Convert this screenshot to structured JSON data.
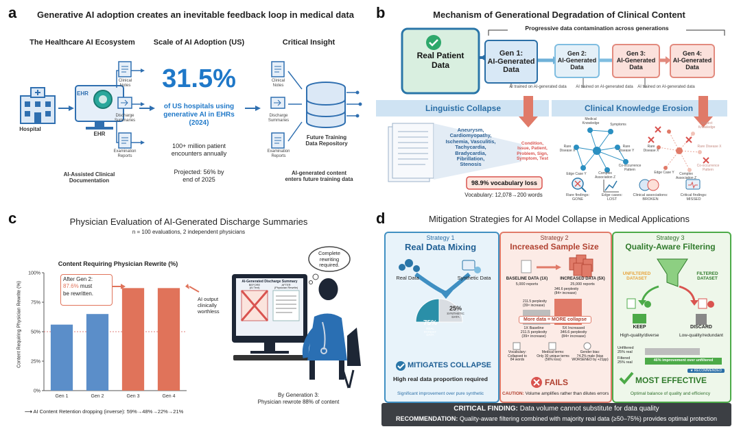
{
  "panel_a": {
    "label": "a",
    "title": "Generative AI adoption creates an inevitable feedback loop in medical data",
    "col1_title": "The Healthcare AI Ecosystem",
    "col2_title": "Scale of AI Adoption (US)",
    "col3_title": "Critical Insight",
    "hospital": "Hospital",
    "ehr_screen": "EHR",
    "ehr_label": "EHR",
    "doc1": "Clinical\nNotes",
    "doc2": "Discharge\nSummaries",
    "doc3": "Examination\nReports",
    "assisted": "AI-Assisted Clinical\nDocumentation",
    "big_stat": "31.5%",
    "stat_desc": "of US hospitals using\ngenerative AI in EHRs\n(2024)",
    "encounters": "100+ million patient\nencounters annually",
    "projected": "Projected: 56% by\nend of 2025",
    "repo": "Future Training\nData Repository",
    "insight": "AI-generated content\nenters future training data"
  },
  "panel_b": {
    "label": "b",
    "title": "Mechanism of Generational Degradation of Clinical Content",
    "progress": "Progressive data contamination across generations",
    "real": "Real Patient\nData",
    "gen1": "Gen 1:\nAI-Generated\nData",
    "gen2": "Gen 2:\nAI-Generated\nData",
    "gen3": "Gen 3:\nAI-Generated\nData",
    "gen4": "Gen 4:\nAI-Generated\nData",
    "trained1": "AI trained on AI-generated data",
    "trained2": "AI trained on AI-generated data",
    "trained3": "AI trained on AI-generated data",
    "ling_title": "Linguistic Collapse",
    "clin_title": "Clinical Knowledge Erosion",
    "words_before": "Aneurysm,\nCardiomyopathy,\nIschemia, Vasculitis,\nTachycardia,\nBradycardia,\nFibrillation,\nStenosis",
    "words_after": "Condition,\nIssue, Patient,\nProblem, Sign,\nSymptom, Test",
    "vocab_loss": "98.9% vocabulary loss",
    "vocab_count": "Vocabulary: 12,078→200 words",
    "net_left": [
      "Medical\nKnowledge",
      "Symptoms",
      "Rare\nDisease X",
      "Rare\nDisease Y",
      "Edge Case Y",
      "Complex\nAssociation Z",
      "Co-occurrence\nPattern"
    ],
    "net_right": [
      "Neglect\nKnowledge",
      "Rare\nDisease X",
      "Rare Disease X",
      "Edge Case Y",
      "Complex\nAssociation Z",
      "Co-occurrence\nPattern"
    ],
    "icons": [
      "Rare findings:\nGONE",
      "Edge cases:\nLOST",
      "Clinical associations:\nBROKEN",
      "Critical findings:\nMISSED"
    ]
  },
  "panel_c": {
    "label": "c",
    "title": "Physician Evaluation of AI-Generated Discharge Summaries",
    "subtitle": "n = 100 evaluations, 2 independent physicians",
    "callout_line1": "After Gen 2:",
    "callout_value": "87.6%",
    "callout_line2": " must",
    "callout_line3": "be rewritten.",
    "side_note": "AI output\nclinically\nworthless",
    "footer": "AI Content Retention dropping (inverse): 59%→48%→22%→21%",
    "thought": "Complete\nrewriting\nrequired.",
    "monitor_title": "AI-Generated Discharge Summary",
    "before": "BEFORE\n(AI Text)",
    "after": "AFTER\n(Physician Rewrite)",
    "caption": "By Generation 3:\nPhysician rewrote 88% of content"
  },
  "chart_data": {
    "type": "bar",
    "title": "Content Requiring Physician Rewrite (%)",
    "ylabel": "Content Requiring Physician Rewrite (%)",
    "categories": [
      "Gen 1",
      "Gen 2",
      "Gen 3",
      "Gen 4"
    ],
    "values": [
      56,
      65,
      87,
      87
    ],
    "colors": [
      "#5b8ec9",
      "#5b8ec9",
      "#e0735a",
      "#e0735a"
    ],
    "ylim": [
      0,
      100
    ],
    "yticks": [
      "0%",
      "25%",
      "50%",
      "75%",
      "100%"
    ],
    "reference_line": 50
  },
  "panel_d": {
    "label": "d",
    "title": "Mitigation Strategies for AI Model Collapse in Medical Applications",
    "s1": {
      "tag": "Strategy 1",
      "name": "Real Data Mixing",
      "real": "Real Data",
      "synth": "Synthetic Data",
      "pie_real": "75%",
      "pie_real_lbl": "REAL\nPATIENT\nDATA",
      "pie_synth": "25%",
      "pie_synth_lbl": "SYNTHETIC\nDATA",
      "result": "MITIGATES COLLAPSE",
      "desc": "High real data proportion required",
      "footer": "Significant improvement over pure synthetic"
    },
    "s2": {
      "tag": "Strategy 2",
      "name": "Increased Sample Size",
      "base": "BASELINE DATA (1X)",
      "base_n": "5,000 reports",
      "inc": "INCREASED DATA (5X)",
      "inc_n": "25,000 reports",
      "perp_inc": "346.6 perplexity\n(84× increase)",
      "perp_base": "211.5 perplexity\n(39× increase)",
      "more": "More data = MORE collapse",
      "col1": "1X Baseline\n211.5 perplexity\n(39× increase)",
      "col2": "5X Increased\n346.6 perplexity\n(84× increase)",
      "stats": [
        "Vocabulary:\nCollapsed to\n84 words",
        "Medical terms:\nOnly 30 unique terms\n(56% loss)",
        "Gender bias:\n74.2% male (bias\nWORSENED by +21pp)"
      ],
      "result": "FAILS",
      "footer_pre": "CAUTION:",
      "footer": " Volume amplifies rather than dilutes errors"
    },
    "s3": {
      "tag": "Strategy 3",
      "name": "Quality-Aware Filtering",
      "unfiltered": "UNFILTERED\nDATASET",
      "filtered": "FILTERED\nDATASET",
      "keep": "KEEP",
      "keep_desc": "High-quality/diverse",
      "discard": "DISCARD",
      "discard_desc": "Low-quality/redundant",
      "unf_lbl": "Unfiltered\n25% real",
      "fil_lbl": "Filtered\n25% real",
      "improve": "46% improvement over unfiltered",
      "recommended": "★ RECOMMENDED",
      "result": "MOST EFFECTIVE",
      "footer": "Optimal balance of quality and efficiency"
    },
    "finding_pre": "CRITICAL FINDING:",
    "finding": " Data volume cannot substitute for data quality",
    "rec_pre": "RECOMMENDATION:",
    "rec": " Quality-aware filtering combined with majority real data (≥50–75%) provides optimal protection"
  }
}
